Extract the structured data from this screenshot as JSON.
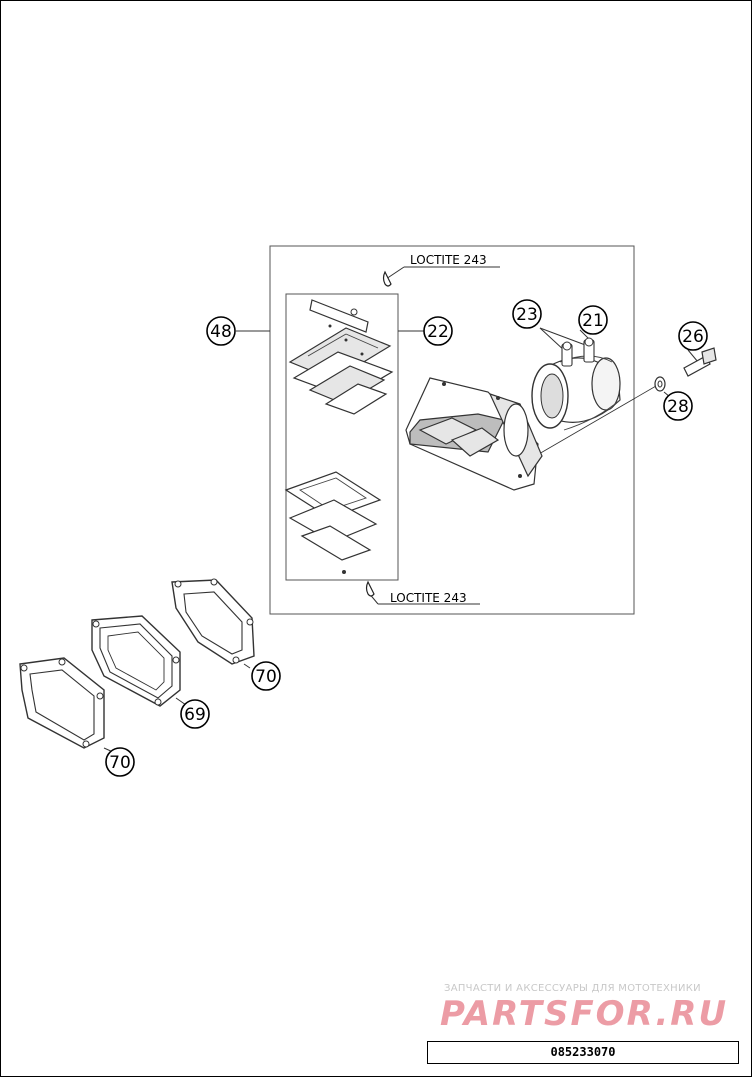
{
  "diagram": {
    "callouts": {
      "c48": "48",
      "c22": "22",
      "c23": "23",
      "c21": "21",
      "c26": "26",
      "c28": "28",
      "c70a": "70",
      "c69": "69",
      "c70b": "70"
    },
    "loctite_top": "LOCTITE 243",
    "loctite_bottom": "LOCTITE 243"
  },
  "watermark": {
    "caption": "ЗАПЧАСТИ И АКСЕССУАРЫ ДЛЯ МОТОТЕХНИКИ",
    "logo": "PARTSFOR.RU"
  },
  "footer": {
    "part_number": "085233070"
  }
}
